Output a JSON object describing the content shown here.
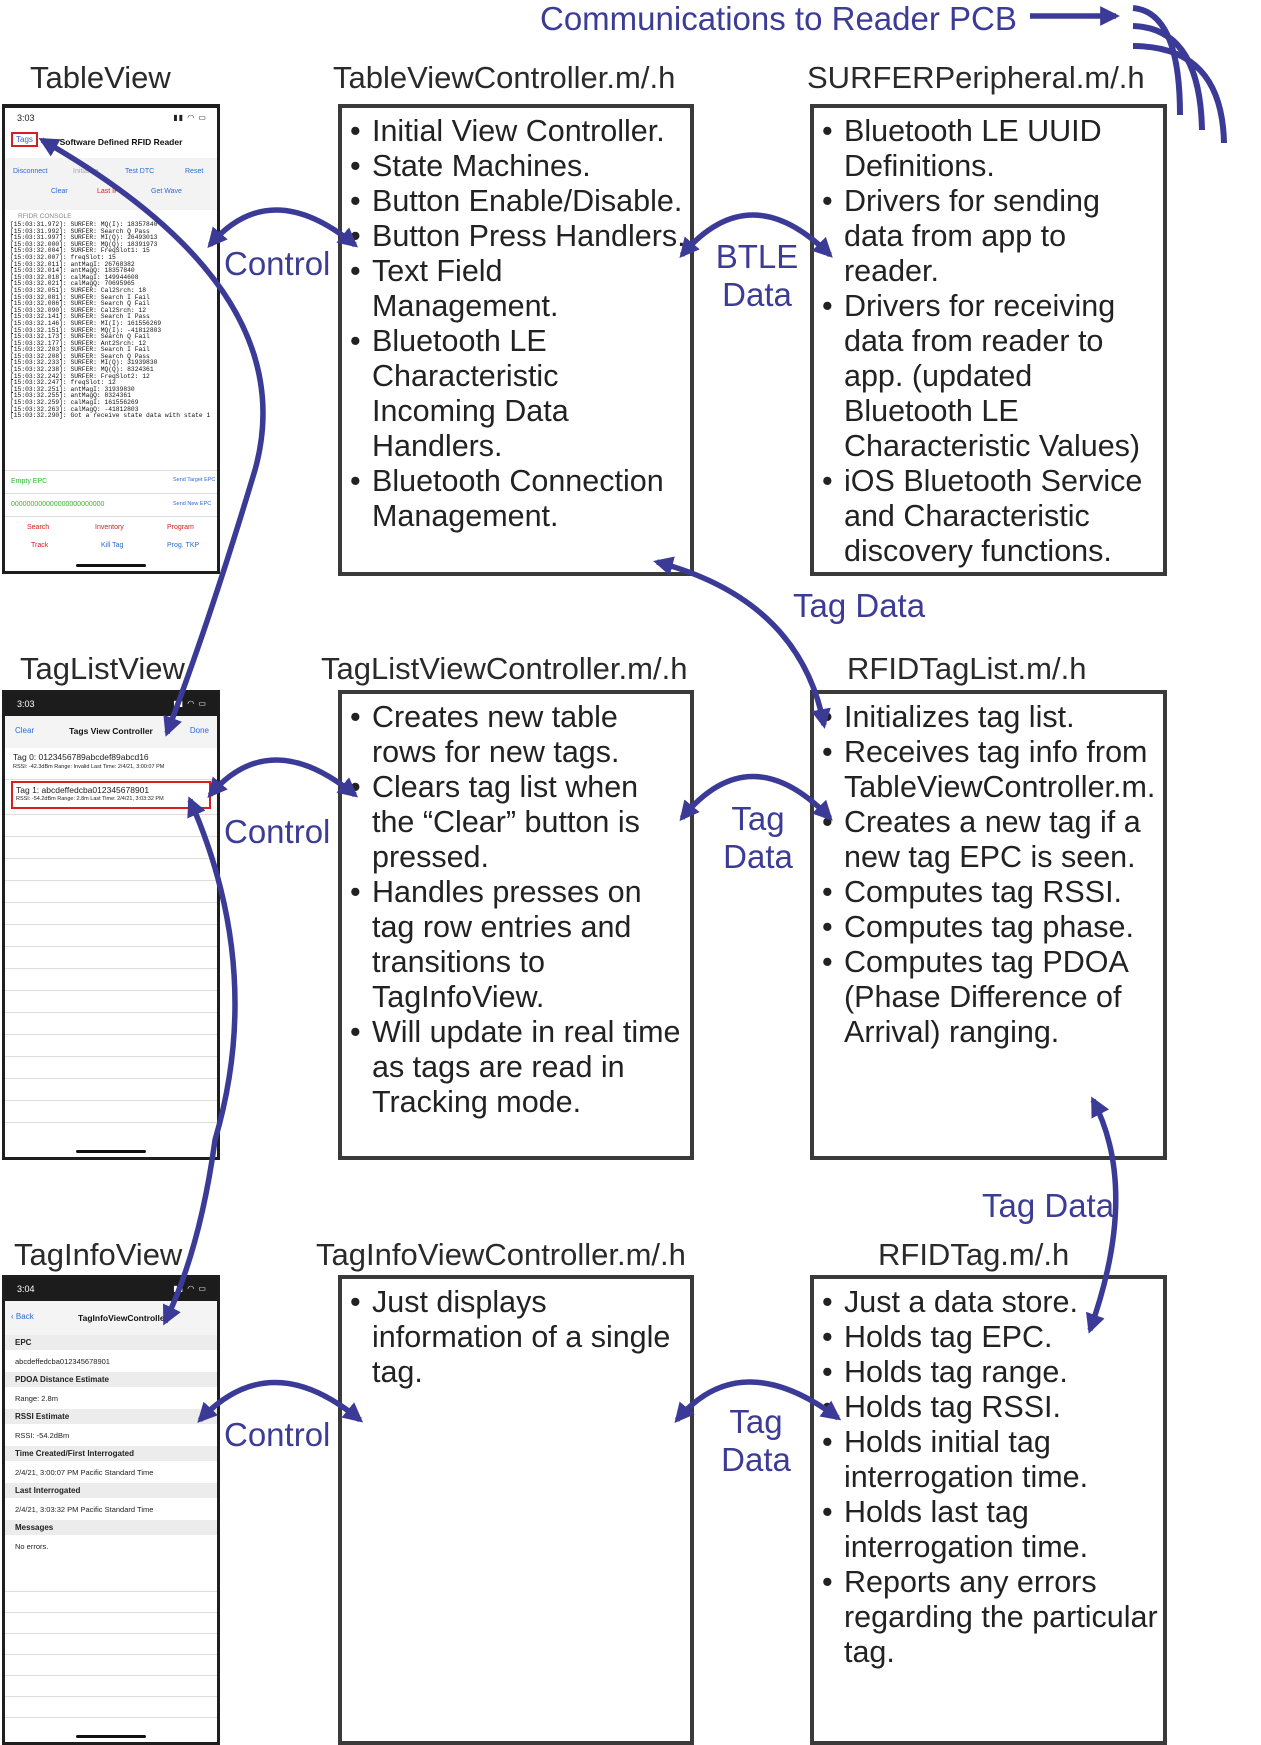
{
  "comm_label": "Communications to Reader PCB",
  "titles": {
    "table_view": "TableView",
    "table_view_controller": "TableViewController.m/.h",
    "surfer_peripheral": "SURFERPeripheral.m/.h",
    "tag_list_view": "TagListView",
    "tag_list_view_controller": "TagListViewController.m/.h",
    "rfid_tag_list": "RFIDTagList.m/.h",
    "tag_info_view": "TagInfoView",
    "tag_info_view_controller": "TagInfoViewController.m/.h",
    "rfid_tag": "RFIDTag.m/.h"
  },
  "boxes": {
    "table_view_controller": [
      "Initial View Controller.",
      "State Machines.",
      "Button Enable/Disable.",
      "Button Press Handlers.",
      "Text Field Management.",
      "Bluetooth LE Characteristic Incoming Data Handlers.",
      "Bluetooth Connection Management."
    ],
    "surfer_peripheral": [
      "Bluetooth LE UUID Definitions.",
      "Drivers for sending data from app to reader.",
      "Drivers for receiving data from reader to app. (updated Bluetooth LE Characteristic Values)",
      "iOS Bluetooth Service and Characteristic discovery functions."
    ],
    "tag_list_view_controller": [
      "Creates new table rows for new tags.",
      "Clears tag list when the “Clear” button is pressed.",
      "Handles presses on tag row entries and transitions to TagInfoView.",
      "Will update in real time as tags are read in Tracking mode."
    ],
    "rfid_tag_list": [
      "Initializes tag list.",
      "Receives tag info from TableViewController.m.",
      "Creates a new tag if a new tag EPC is seen.",
      "Computes tag RSSI.",
      "Computes tag phase.",
      "Computes tag PDOA (Phase Difference of Arrival) ranging."
    ],
    "tag_info_view_controller": [
      "Just displays information of a single tag."
    ],
    "rfid_tag": [
      "Just a data store.",
      "Holds tag EPC.",
      "Holds tag range.",
      "Holds tag RSSI.",
      "Holds initial tag interrogation time.",
      "Holds last tag interrogation time.",
      "Reports any errors regarding the particular tag."
    ]
  },
  "edge_labels": {
    "control_1": "Control",
    "btle_data": "BTLE Data",
    "tag_data_top": "Tag Data",
    "control_2": "Control",
    "tag_data_mid": "Tag Data",
    "tag_data_right": "Tag Data",
    "control_3": "Control",
    "tag_data_bottom": "Tag Data"
  },
  "phone1": {
    "time": "3:03",
    "tags_button": "Tags",
    "title": "Software Defined RFID Reader",
    "buttons_row1": [
      "Disconnect",
      "Initialize",
      "Test DTC",
      "Reset"
    ],
    "buttons_row2": [
      "Clear",
      "Last IP",
      "Get Wave"
    ],
    "console_label": "RFIDR CONSOLE",
    "console_lines": [
      "[15:03:31.972]: SURFER: MQ(I):  18357840",
      "[15:03:31.992]: SURFER: Search Q Pass",
      "[15:03:31.997]: SURFER: MI(Q):  26493013",
      "[15:03:32.000]: SURFER: MQ(Q):  18391973",
      "[15:03:32.004]: SURFER: FreqSlot1: 15",
      "[15:03:32.007]: freqSlot: 15",
      "[15:03:32.011]: antMagI: 26768382",
      "[15:03:32.014]: antMagQ: 18357840",
      "[15:03:32.018]: calMagI: 149944608",
      "[15:03:32.021]: calMagQ: 70695965",
      "[15:03:32.051]: SURFER: Cal2Srch:  18",
      "[15:03:32.081]: SURFER: Search I Fail",
      "[15:03:32.086]: SURFER: Search Q Fail",
      "[15:03:32.090]: SURFER: Cal2Srch:  12",
      "[15:03:32.141]: SURFER: Search I Pass",
      "[15:03:32.146]: SURFER: MI(I):  161556269",
      "[15:03:32.151]: SURFER: MQ(I):  -41812803",
      "[15:03:32.173]: SURFER: Search Q Fail",
      "[15:03:32.177]: SURFER: Ant2Srch:  12",
      "[15:03:32.203]: SURFER: Search I Fail",
      "[15:03:32.208]: SURFER: Search Q Pass",
      "[15:03:32.233]: SURFER: MI(Q):  31939830",
      "[15:03:32.238]: SURFER: MQ(Q):  8324361",
      "[15:03:32.242]: SURFER: FreqSlot2: 12",
      "[15:03:32.247]: freqSlot: 12",
      "[15:03:32.251]: antMagI: 31939830",
      "[15:03:32.255]: antMagQ: 8324361",
      "[15:03:32.259]: calMagI: 161556269",
      "[15:03:32.263]: calMagQ: -41812803",
      "[15:03:32.290]: Got a receive state data with state 1"
    ],
    "empty_epc": "Empty EPC",
    "send_target_epc": "Send Target EPC",
    "new_epc_value": "000000000000000000000000",
    "send_new_epc": "Send New EPC",
    "action_row1": [
      "Search",
      "Inventory",
      "Program"
    ],
    "action_row2": [
      "Track",
      "Kill Tag",
      "Prog. TKP"
    ]
  },
  "phone2": {
    "time": "3:03",
    "clear": "Clear",
    "title": "Tags View Controller",
    "done": "Done",
    "rows": [
      {
        "tag": "Tag 0: 0123456789abcdef89abcd16",
        "info": "RSSI: -42.3dBm  Range: Invalid  Last Time: 2/4/21, 3:00:07 PM"
      },
      {
        "tag": "Tag 1: abcdeffedcba012345678901",
        "info": "RSSI: -54.2dBm  Range: 2.8m  Last Time: 2/4/21, 3:03:32 PM"
      }
    ]
  },
  "phone3": {
    "time": "3:04",
    "back": "Back",
    "title": "TagInfoViewController",
    "sections": [
      {
        "header": "EPC",
        "value": "abcdeffedcba012345678901"
      },
      {
        "header": "PDOA Distance Estimate",
        "value": "Range: 2.8m"
      },
      {
        "header": "RSSI Estimate",
        "value": "RSSI: -54.2dBm"
      },
      {
        "header": "Time Created/First Interrogated",
        "value": "2/4/21, 3:00:07 PM Pacific Standard Time"
      },
      {
        "header": "Last Interrogated",
        "value": "2/4/21, 3:03:32 PM Pacific Standard Time"
      },
      {
        "header": "Messages",
        "value": "No errors."
      }
    ]
  },
  "colors": {
    "arrow": "#3b3b97",
    "label": "#3c3c96",
    "highlight": "#d42020"
  }
}
